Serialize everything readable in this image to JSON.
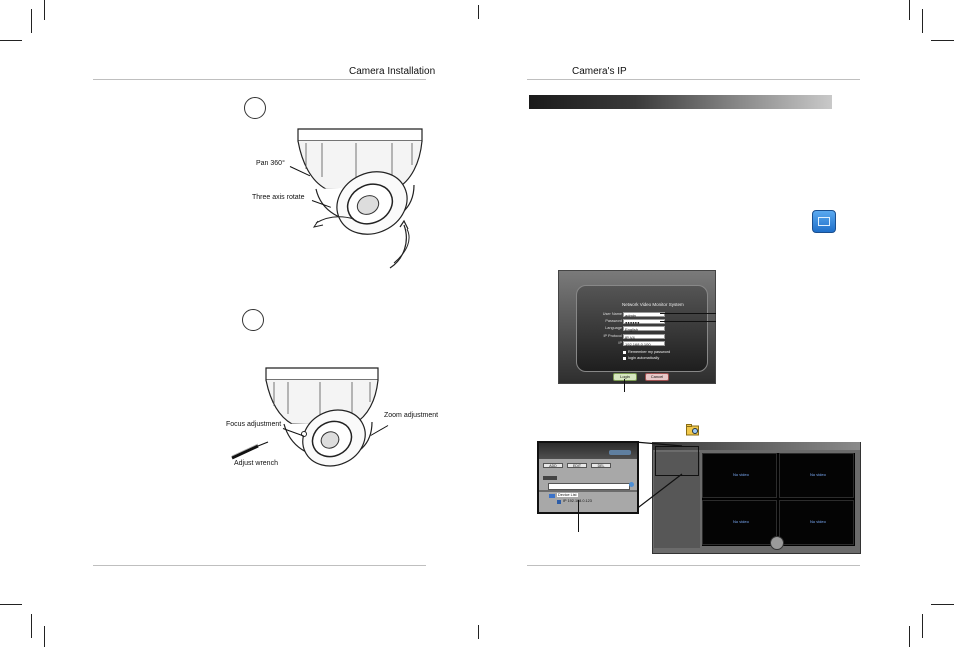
{
  "left_page": {
    "header": "Camera Installation",
    "fig1_labels": {
      "pan": "Pan  360°",
      "rotate": "Three axis rotate"
    },
    "fig2_labels": {
      "focus": "Focus adjustment",
      "zoom": "Zoom adjustment",
      "wrench": "Adjust wrench"
    }
  },
  "right_page": {
    "header": "Camera's  IP",
    "login_window": {
      "title": "Network Video Monitor System",
      "fields": [
        {
          "label": "User Name",
          "value": "admin"
        },
        {
          "label": "Password",
          "value": "●●●●●●"
        },
        {
          "label": "Language",
          "value": "English"
        },
        {
          "label": "IP Protocol",
          "value": "IP V4"
        },
        {
          "label": "IP",
          "value": "192.168.0.100"
        }
      ],
      "checkboxes": [
        "Remember my password",
        "login automatically"
      ],
      "buttons": [
        "Login",
        "Cancel"
      ]
    },
    "client_zoom": {
      "buttons": [
        "ADD",
        "EDIT",
        "DEL"
      ],
      "tree_root": "Device List",
      "tree_item": "IP 192.168.0.123"
    },
    "client_window": {
      "cells": [
        "No video",
        "No video",
        "No video",
        "No video"
      ]
    }
  },
  "icons": [
    "dome-camera-drawing",
    "wrench-icon",
    "app-launch-icon",
    "folder-search-icon"
  ]
}
